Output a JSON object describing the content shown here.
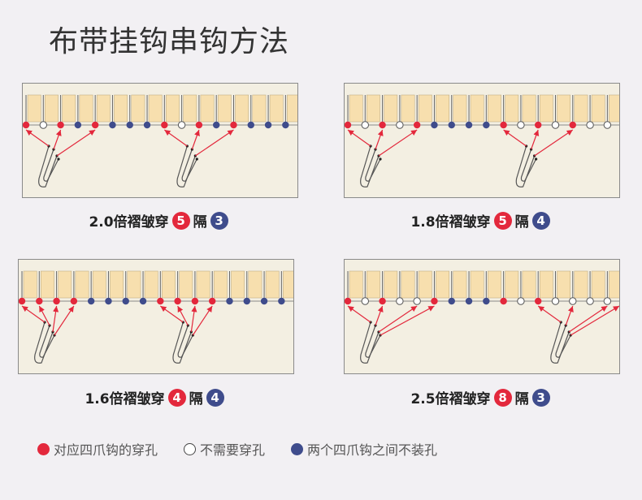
{
  "title": "布带挂钩串钩方法",
  "colors": {
    "red": "#e3283c",
    "white": "#ffffff",
    "blue": "#3f4c8c",
    "tape": "#f7dfae",
    "arrow": "#e3283c"
  },
  "panels": [
    {
      "caption_prefix": "2.0倍褶皱穿",
      "pass": "5",
      "mid": "隔",
      "skip": "3",
      "dots": "RWRBRBBBRWRBRBBB",
      "cols": 16,
      "hooks": [
        {
          "targets": [
            0,
            2
          ],
          "targets2": [
            4
          ]
        },
        {
          "targets": [
            8,
            10
          ],
          "targets2": [
            12
          ]
        }
      ]
    },
    {
      "caption_prefix": "1.8倍褶皱穿",
      "pass": "5",
      "mid": "隔",
      "skip": "4",
      "dots": "RWRWRBBBBRWRWRWW",
      "cols": 16,
      "hooks": [
        {
          "targets": [
            0,
            2
          ],
          "targets2": [
            4
          ]
        },
        {
          "targets": [
            9,
            11
          ],
          "targets2": [
            13
          ]
        }
      ]
    },
    {
      "caption_prefix": "1.6倍褶皱穿",
      "pass": "4",
      "mid": "隔",
      "skip": "4",
      "dots": "RRRRBBBBRRRRBBBB",
      "cols": 16,
      "hooks": [
        {
          "targets": [
            0,
            1
          ],
          "targets2": [
            2,
            3
          ]
        },
        {
          "targets": [
            8,
            9
          ],
          "targets2": [
            10,
            11
          ]
        }
      ]
    },
    {
      "caption_prefix": "2.5倍褶皱穿",
      "pass": "8",
      "mid": "隔",
      "skip": "3",
      "dots": "RWRWWRBBBRWRWWWW",
      "cols": 16,
      "hooks": [
        {
          "targets": [
            0,
            2
          ],
          "targets2": [
            4,
            5
          ]
        },
        {
          "targets": [
            11,
            13
          ],
          "targets2": [
            15,
            16
          ]
        }
      ]
    }
  ],
  "legend": [
    {
      "label": "对应四爪钩的穿孔",
      "kind": "red"
    },
    {
      "label": "不需要穿孔",
      "kind": "white"
    },
    {
      "label": "两个四爪钩之间不装孔",
      "kind": "blue"
    }
  ]
}
